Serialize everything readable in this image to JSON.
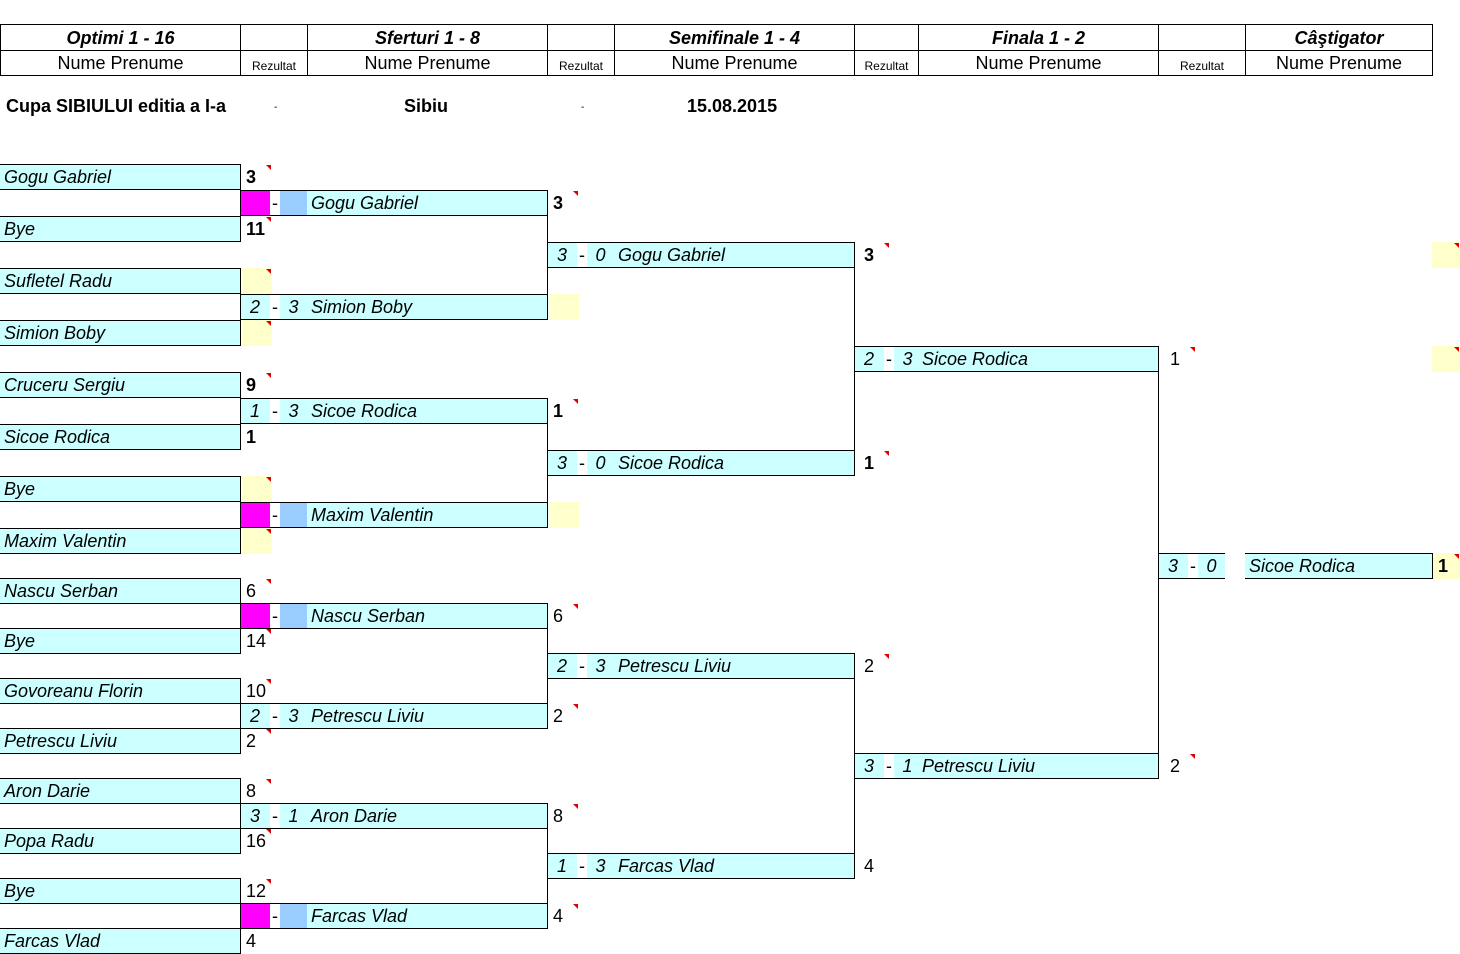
{
  "header": {
    "rounds": [
      "Optimi 1 - 16",
      "Sferturi 1 - 8",
      "Semifinale 1 - 4",
      "Finala 1 - 2",
      "Câştigator"
    ],
    "name_label": "Nume Prenume",
    "result_label": "Rezultat"
  },
  "tournament": {
    "name": "Cupa SIBIULUI editia a I-a",
    "separator": "-",
    "city": "Sibiu",
    "date": "15.08.2015"
  },
  "score_separator": "-",
  "round16": [
    {
      "name": "Gogu Gabriel",
      "seed": "3"
    },
    {
      "name": "Bye",
      "seed": "11"
    },
    {
      "name": "Sufletel Radu",
      "seed": ""
    },
    {
      "name": "Simion Boby",
      "seed": ""
    },
    {
      "name": "Cruceru Sergiu",
      "seed": "9"
    },
    {
      "name": "Sicoe Rodica",
      "seed": "1"
    },
    {
      "name": "Bye",
      "seed": ""
    },
    {
      "name": "Maxim Valentin",
      "seed": ""
    },
    {
      "name": "Nascu Serban",
      "seed": "6"
    },
    {
      "name": "Bye",
      "seed": "14"
    },
    {
      "name": "Govoreanu Florin",
      "seed": "10"
    },
    {
      "name": "Petrescu Liviu",
      "seed": "2"
    },
    {
      "name": "Aron Darie",
      "seed": "8"
    },
    {
      "name": "Popa Radu",
      "seed": "16"
    },
    {
      "name": "Bye",
      "seed": "12"
    },
    {
      "name": "Farcas Vlad",
      "seed": "4"
    }
  ],
  "quarterfinals": [
    {
      "name": "Gogu Gabriel",
      "score1": "",
      "score2": "",
      "seed": "3"
    },
    {
      "name": "Simion Boby",
      "score1": "2",
      "score2": "3",
      "seed": ""
    },
    {
      "name": "Sicoe Rodica",
      "score1": "1",
      "score2": "3",
      "seed": "1"
    },
    {
      "name": "Maxim Valentin",
      "score1": "",
      "score2": "",
      "seed": ""
    },
    {
      "name": "Nascu Serban",
      "score1": "",
      "score2": "",
      "seed": "6"
    },
    {
      "name": "Petrescu Liviu",
      "score1": "2",
      "score2": "3",
      "seed": "2"
    },
    {
      "name": "Aron Darie",
      "score1": "3",
      "score2": "1",
      "seed": "8"
    },
    {
      "name": "Farcas Vlad",
      "score1": "",
      "score2": "",
      "seed": "4"
    }
  ],
  "semifinals": [
    {
      "name": "Gogu Gabriel",
      "score1": "3",
      "score2": "0",
      "seed": "3"
    },
    {
      "name": "Sicoe Rodica",
      "score1": "3",
      "score2": "0",
      "seed": "1"
    },
    {
      "name": "Petrescu Liviu",
      "score1": "2",
      "score2": "3",
      "seed": "2"
    },
    {
      "name": "Farcas Vlad",
      "score1": "1",
      "score2": "3",
      "seed": "4"
    }
  ],
  "final": [
    {
      "name": "Sicoe Rodica",
      "score1": "2",
      "score2": "3",
      "seed": "1"
    },
    {
      "name": "Petrescu Liviu",
      "score1": "3",
      "score2": "1",
      "seed": "2"
    }
  ],
  "winner": {
    "name": "Sicoe Rodica",
    "score1": "3",
    "score2": "0",
    "seed": "1"
  },
  "colors": {
    "name_fill": "#ccffff",
    "empty_seed_fill": "#ffffcc",
    "bye_score1_fill": "#ff00ff",
    "bye_score2_fill": "#99ccff",
    "comment_marker": "#e00000"
  }
}
